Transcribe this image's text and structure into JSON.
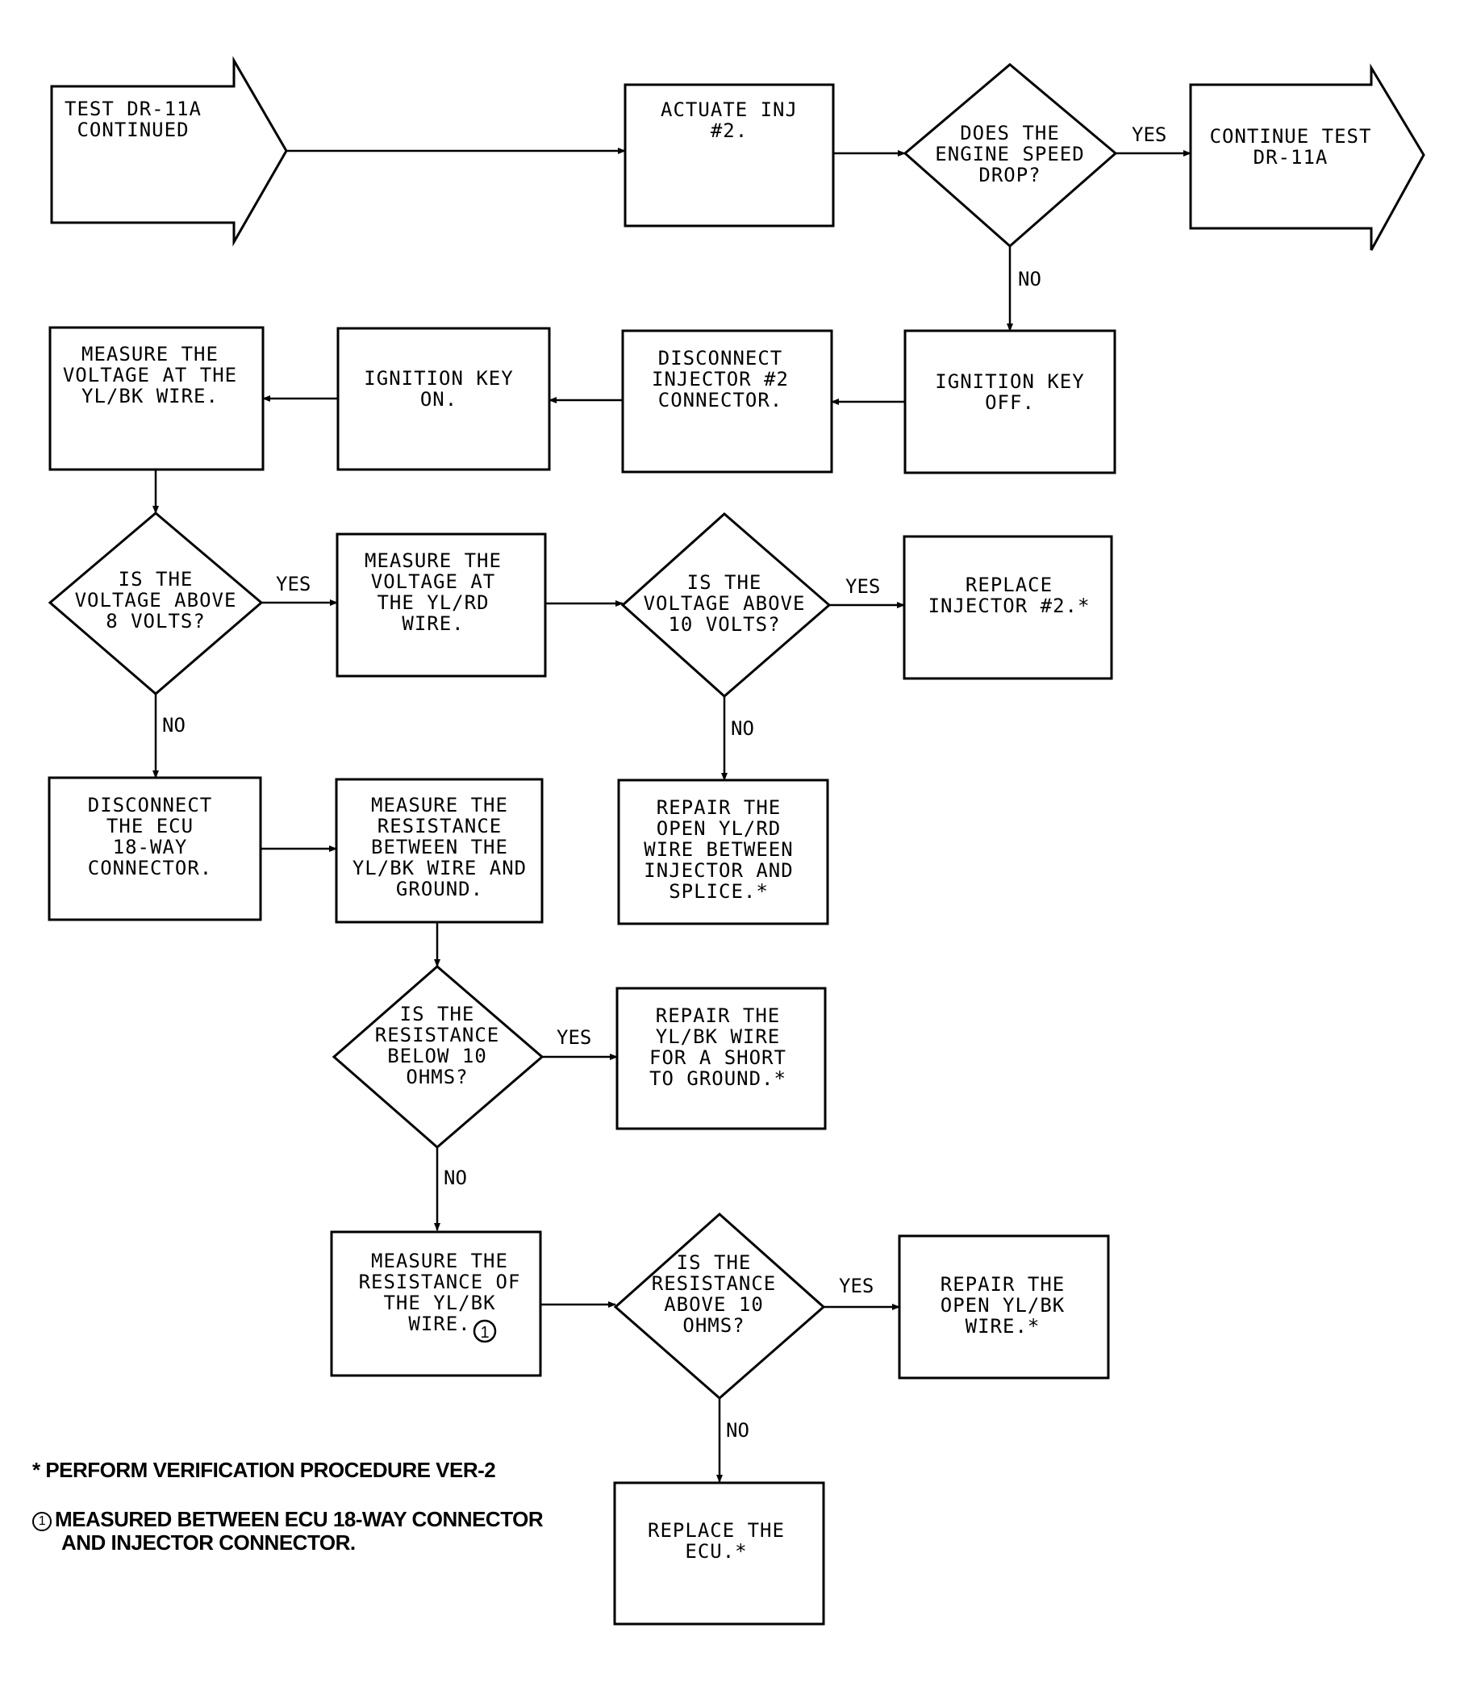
{
  "nodes": {
    "test_dr11a_continued": [
      "TEST DR-11A",
      "CONTINUED"
    ],
    "actuate_inj2": [
      "ACTUATE INJ",
      "#2."
    ],
    "engine_speed_drop": [
      "DOES THE",
      "ENGINE SPEED",
      "DROP?"
    ],
    "continue_test": [
      "CONTINUE TEST",
      "DR-11A"
    ],
    "ignition_key_off": [
      "IGNITION KEY",
      "OFF."
    ],
    "disconnect_injector2": [
      "DISCONNECT",
      "INJECTOR #2",
      "CONNECTOR."
    ],
    "ignition_key_on": [
      "IGNITION KEY",
      "ON."
    ],
    "measure_ylbk_voltage": [
      "MEASURE THE",
      "VOLTAGE AT THE",
      "YL/BK WIRE."
    ],
    "voltage_above_8": [
      "IS THE",
      "VOLTAGE ABOVE",
      "8 VOLTS?"
    ],
    "measure_ylrd_voltage": [
      "MEASURE THE",
      "VOLTAGE AT",
      "THE YL/RD",
      "WIRE."
    ],
    "voltage_above_10": [
      "IS THE",
      "VOLTAGE ABOVE",
      "10 VOLTS?"
    ],
    "replace_injector2": [
      "REPLACE",
      "INJECTOR #2.*"
    ],
    "disconnect_ecu": [
      "DISCONNECT",
      "THE ECU",
      "18-WAY",
      "CONNECTOR."
    ],
    "measure_resistance_ground": [
      "MEASURE THE",
      "RESISTANCE",
      "BETWEEN THE",
      "YL/BK WIRE AND",
      "GROUND."
    ],
    "repair_open_ylrd": [
      "REPAIR THE",
      "OPEN YL/RD",
      "WIRE BETWEEN",
      "INJECTOR AND",
      "SPLICE.*"
    ],
    "resistance_below_10": [
      "IS THE",
      "RESISTANCE",
      "BELOW 10",
      "OHMS?"
    ],
    "repair_ylbk_short": [
      "REPAIR THE",
      "YL/BK WIRE",
      "FOR A SHORT",
      "TO GROUND.*"
    ],
    "measure_resistance_ylbk": [
      "MEASURE THE",
      "RESISTANCE OF",
      "THE YL/BK",
      "WIRE."
    ],
    "resistance_above_10": [
      "IS THE",
      "RESISTANCE",
      "ABOVE 10",
      "OHMS?"
    ],
    "repair_open_ylbk": [
      "REPAIR THE",
      "OPEN YL/BK",
      "WIRE.*"
    ],
    "replace_ecu": [
      "REPLACE THE",
      "ECU.*"
    ]
  },
  "edge_labels": {
    "yes": "YES",
    "no": "NO"
  },
  "footnote_marker": "1",
  "notes": {
    "star": "* PERFORM VERIFICATION PROCEDURE VER-2",
    "one_line1": "MEASURED BETWEEN ECU 18-WAY CONNECTOR",
    "one_line2": "AND INJECTOR CONNECTOR."
  }
}
